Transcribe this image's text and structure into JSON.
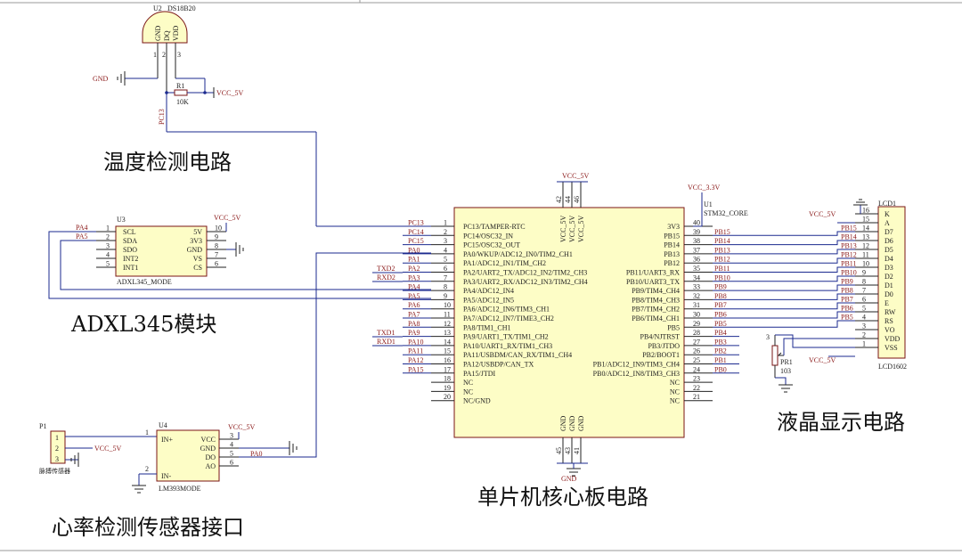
{
  "labels": {
    "temp_circuit": "温度检测电路",
    "adxl_module": "ADXL345模块",
    "lcd_circuit": "液晶显示电路",
    "mcu_circuit": "单片机核心板电路",
    "heart_sensor": "心率检测传感器接口"
  },
  "u2": {
    "ref": "U2",
    "part": "DS18B20",
    "pins": [
      "GND",
      "DQ",
      "VDD"
    ],
    "pin_nums": [
      "1",
      "2",
      "3"
    ]
  },
  "r1": {
    "ref": "R1",
    "value": "10K"
  },
  "u3": {
    "ref": "U3",
    "part": "ADXL345_MODE",
    "left": [
      {
        "num": "1",
        "name": "SCL"
      },
      {
        "num": "2",
        "name": "SDA"
      },
      {
        "num": "3",
        "name": "SDO"
      },
      {
        "num": "4",
        "name": "INT2"
      },
      {
        "num": "5",
        "name": "INT1"
      }
    ],
    "right": [
      {
        "num": "10",
        "name": "5V"
      },
      {
        "num": "9",
        "name": "3V3"
      },
      {
        "num": "8",
        "name": "GND"
      },
      {
        "num": "7",
        "name": "VS"
      },
      {
        "num": "6",
        "name": "CS"
      }
    ]
  },
  "u1": {
    "ref": "U1",
    "part": "STM32_CORE",
    "left": [
      {
        "num": "1",
        "name": "PC13/TAMPER-RTC",
        "net": "PC13"
      },
      {
        "num": "2",
        "name": "PC14/OSC32_IN",
        "net": "PC14"
      },
      {
        "num": "3",
        "name": "PC15/OSC32_OUT",
        "net": "PC15"
      },
      {
        "num": "4",
        "name": "PA0/WKUP/ADC12_IN0/TIM2_CH1",
        "net": "PA0"
      },
      {
        "num": "5",
        "name": "PA1/ADC12_IN1/TIM_CH2",
        "net": "PA1"
      },
      {
        "num": "6",
        "name": "PA2/UART2_TX/ADC12_IN2/TIM2_CH3",
        "net": "PA2"
      },
      {
        "num": "7",
        "name": "PA3/UART2_RX/ADC12_IN3/TIM2_CH4",
        "net": "PA3"
      },
      {
        "num": "8",
        "name": "PA4/ADC12_IN4",
        "net": "PA4"
      },
      {
        "num": "9",
        "name": "PA5/ADC12_IN5",
        "net": "PA5"
      },
      {
        "num": "10",
        "name": "PA6/ADC12_IN6/TIM3_CH1",
        "net": "PA6"
      },
      {
        "num": "11",
        "name": "PA7/ADC12_IN7/TIME3_CH2",
        "net": "PA7"
      },
      {
        "num": "12",
        "name": "PA8/TIM1_CH1",
        "net": "PA8"
      },
      {
        "num": "13",
        "name": "PA9/UART1_TX/TIM1_CH2",
        "net": "PA9"
      },
      {
        "num": "14",
        "name": "PA10/UART1_RX/TIM1_CH3",
        "net": "PA10"
      },
      {
        "num": "15",
        "name": "PA11/USBDM/CAN_RX/TIM1_CH4",
        "net": "PA11"
      },
      {
        "num": "16",
        "name": "PA12/USBDP/CAN_TX",
        "net": "PA12"
      },
      {
        "num": "17",
        "name": "PA15/JTDI",
        "net": "PA15"
      },
      {
        "num": "18",
        "name": "NC",
        "net": ""
      },
      {
        "num": "19",
        "name": "NC",
        "net": ""
      },
      {
        "num": "20",
        "name": "NC/GND",
        "net": ""
      }
    ],
    "right": [
      {
        "num": "40",
        "name": "3V3",
        "net": ""
      },
      {
        "num": "39",
        "name": "PB15",
        "net": "PB15"
      },
      {
        "num": "38",
        "name": "PB14",
        "net": "PB14"
      },
      {
        "num": "37",
        "name": "PB13",
        "net": "PB13"
      },
      {
        "num": "36",
        "name": "PB12",
        "net": "PB12"
      },
      {
        "num": "35",
        "name": "PB11/UART3_RX",
        "net": "PB11"
      },
      {
        "num": "34",
        "name": "PB10/UART3_TX",
        "net": "PB10"
      },
      {
        "num": "33",
        "name": "PB9/TIM4_CH4",
        "net": "PB9"
      },
      {
        "num": "32",
        "name": "PB8/TIM4_CH3",
        "net": "PB8"
      },
      {
        "num": "31",
        "name": "PB7/TIM4_CH2",
        "net": "PB7"
      },
      {
        "num": "30",
        "name": "PB6/TIM4_CH1",
        "net": "PB6"
      },
      {
        "num": "29",
        "name": "PB5",
        "net": "PB5"
      },
      {
        "num": "28",
        "name": "PB4/NJTRST",
        "net": "PB4"
      },
      {
        "num": "27",
        "name": "PB3/JTDO",
        "net": "PB3"
      },
      {
        "num": "26",
        "name": "PB2/BOOT1",
        "net": "PB2"
      },
      {
        "num": "25",
        "name": "PB1/ADC12_IN9/TIM3_CH4",
        "net": "PB1"
      },
      {
        "num": "24",
        "name": "PB0/ADC12_IN8/TIM3_CH3",
        "net": "PB0"
      },
      {
        "num": "23",
        "name": "NC",
        "net": ""
      },
      {
        "num": "22",
        "name": "NC",
        "net": ""
      },
      {
        "num": "21",
        "name": "NC",
        "net": ""
      }
    ],
    "top_pins": [
      {
        "num": "42",
        "name": "VCC_5V"
      },
      {
        "num": "44",
        "name": "VCC_5V"
      },
      {
        "num": "46",
        "name": "VCC_5V"
      }
    ],
    "bottom_pins": [
      {
        "num": "45",
        "name": "GND"
      },
      {
        "num": "43",
        "name": "GND"
      },
      {
        "num": "41",
        "name": "GND"
      }
    ]
  },
  "lcd1": {
    "ref": "LCD1",
    "part": "LCD1602",
    "pins": [
      {
        "num": "16",
        "name": "K",
        "net": ""
      },
      {
        "num": "15",
        "name": "A",
        "net": ""
      },
      {
        "num": "14",
        "name": "D7",
        "net": "PB15"
      },
      {
        "num": "13",
        "name": "D6",
        "net": "PB14"
      },
      {
        "num": "12",
        "name": "D5",
        "net": "PB13"
      },
      {
        "num": "11",
        "name": "D4",
        "net": "PB12"
      },
      {
        "num": "10",
        "name": "D3",
        "net": "PB11"
      },
      {
        "num": "9",
        "name": "D2",
        "net": "PB10"
      },
      {
        "num": "8",
        "name": "D1",
        "net": "PB9"
      },
      {
        "num": "7",
        "name": "D0",
        "net": "PB8"
      },
      {
        "num": "6",
        "name": "E",
        "net": "PB7"
      },
      {
        "num": "5",
        "name": "RW",
        "net": "PB6"
      },
      {
        "num": "4",
        "name": "RS",
        "net": "PB5"
      },
      {
        "num": "3",
        "name": "VO",
        "net": ""
      },
      {
        "num": "2",
        "name": "VDD",
        "net": ""
      },
      {
        "num": "1",
        "name": "VSS",
        "net": ""
      }
    ]
  },
  "pr1": {
    "ref": "PR1",
    "value": "103",
    "pin": "3"
  },
  "p1": {
    "ref": "P1",
    "label": "脉搏传感器",
    "pins": [
      "1",
      "2",
      "3"
    ]
  },
  "u4": {
    "ref": "U4",
    "part": "LM393MODE",
    "left": [
      {
        "num": "1",
        "name": "IN+"
      },
      {
        "num": "2",
        "name": "IN-"
      }
    ],
    "right": [
      {
        "num": "3",
        "name": "VCC"
      },
      {
        "num": "4",
        "name": "GND"
      },
      {
        "num": "5",
        "name": "DO"
      },
      {
        "num": "6",
        "name": "AO"
      }
    ]
  },
  "power": {
    "vcc5": "VCC_5V",
    "vcc33": "VCC_3.3V",
    "gnd": "GND"
  },
  "nets": {
    "txd2": "TXD2",
    "rxd2": "RXD2",
    "txd1": "TXD1",
    "rxd1": "RXD1",
    "pc13": "PC13",
    "pa4": "PA4",
    "pa5": "PA5",
    "pa0": "PA0"
  }
}
